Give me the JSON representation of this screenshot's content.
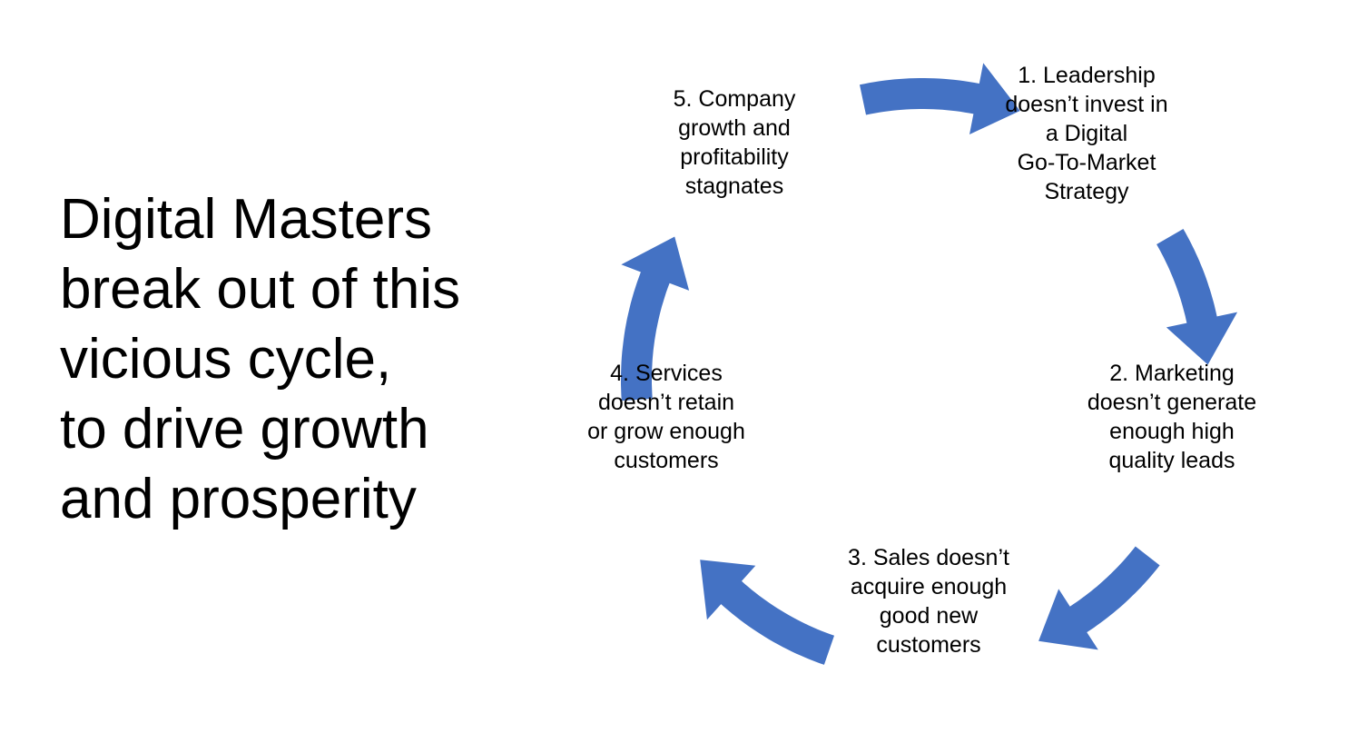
{
  "headline": {
    "lines": [
      "Digital Masters",
      "break out of this",
      "vicious cycle,",
      "to drive growth",
      "and prosperity"
    ]
  },
  "cycle": {
    "arrow_color": "#4472C4",
    "steps": [
      {
        "id": "leadership",
        "lines": [
          "1. Leadership",
          "doesn’t invest in",
          "a Digital",
          "Go-To-Market",
          "Strategy"
        ]
      },
      {
        "id": "marketing",
        "lines": [
          "2. Marketing",
          "doesn’t generate",
          "enough high",
          "quality leads"
        ]
      },
      {
        "id": "sales",
        "lines": [
          "3. Sales doesn’t",
          "acquire enough",
          "good new",
          "customers"
        ]
      },
      {
        "id": "services",
        "lines": [
          "4. Services",
          "doesn’t retain",
          "or grow enough",
          "customers"
        ]
      },
      {
        "id": "company",
        "lines": [
          "5. Company",
          "growth and",
          "profitability",
          "stagnates"
        ]
      }
    ]
  }
}
